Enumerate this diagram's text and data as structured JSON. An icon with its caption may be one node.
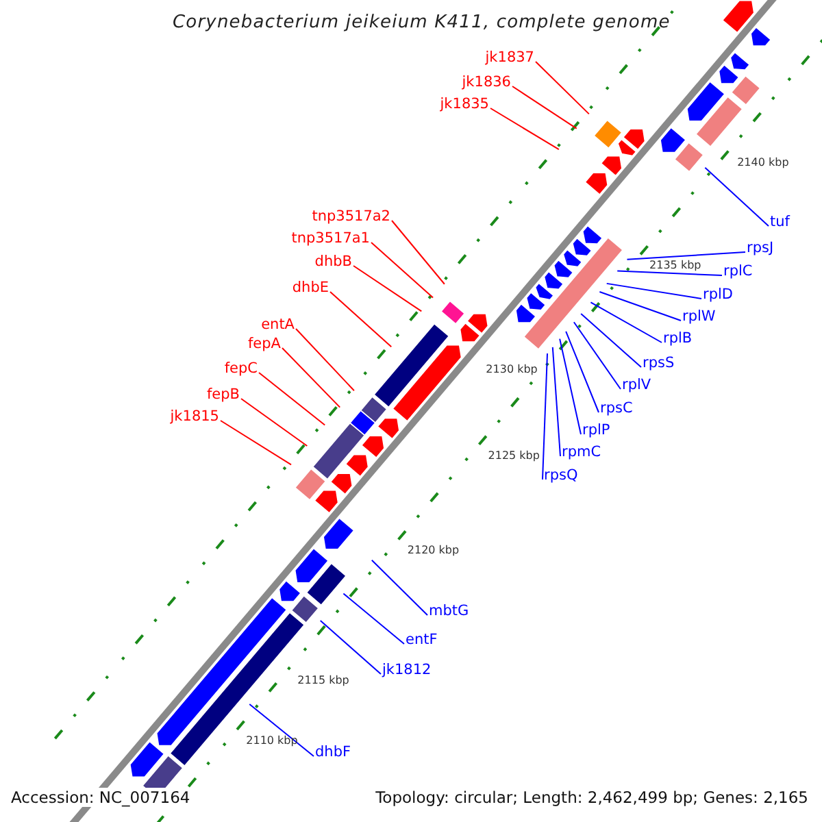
{
  "diagram": {
    "title": "Corynebacterium jeikeium K411, complete genome",
    "nodes": [
      {
        "text": [
          "jk1837"
        ]
      },
      {
        "text": [
          "jk1836"
        ]
      },
      {
        "text": [
          "jk1835"
        ]
      },
      {
        "text": [
          "tnp3517a2"
        ]
      },
      {
        "text": [
          "tnp3517a1"
        ]
      },
      {
        "text": [
          "dhbB"
        ]
      },
      {
        "text": [
          "dhbE"
        ]
      },
      {
        "text": [
          "entA"
        ]
      },
      {
        "text": [
          "fepA"
        ]
      },
      {
        "text": [
          "fepC"
        ]
      },
      {
        "text": [
          "fepB"
        ]
      },
      {
        "text": [
          "jk1815"
        ]
      },
      {
        "text": [
          "tuf"
        ]
      },
      {
        "text": [
          "rpsJ"
        ]
      },
      {
        "text": [
          "rplC"
        ]
      },
      {
        "text": [
          "rplD"
        ]
      },
      {
        "text": [
          "rplW"
        ]
      },
      {
        "text": [
          "rplB"
        ]
      },
      {
        "text": [
          "rpsS"
        ]
      },
      {
        "text": [
          "rplV"
        ]
      },
      {
        "text": [
          "rpsC"
        ]
      },
      {
        "text": [
          "rplP"
        ]
      },
      {
        "text": [
          "rpmC"
        ]
      },
      {
        "text": [
          "rpsQ"
        ]
      },
      {
        "text": [
          "mbtG"
        ]
      },
      {
        "text": [
          "entF"
        ]
      },
      {
        "text": [
          "jk1812"
        ]
      },
      {
        "text": [
          "dhbF"
        ]
      }
    ],
    "edges": [
      {
        "from": 0,
        "to": null,
        "arrow": "none",
        "color": "#ff0000"
      },
      {
        "from": 1,
        "to": null,
        "arrow": "none",
        "color": "#ff0000"
      },
      {
        "from": 2,
        "to": null,
        "arrow": "none",
        "color": "#ff0000"
      },
      {
        "from": 3,
        "to": null,
        "arrow": "none",
        "color": "#ff0000"
      },
      {
        "from": 4,
        "to": null,
        "arrow": "none",
        "color": "#ff0000"
      },
      {
        "from": 5,
        "to": null,
        "arrow": "none",
        "color": "#ff0000"
      },
      {
        "from": 6,
        "to": null,
        "arrow": "none",
        "color": "#ff0000"
      },
      {
        "from": 7,
        "to": null,
        "arrow": "none",
        "color": "#ff0000"
      },
      {
        "from": 8,
        "to": null,
        "arrow": "none",
        "color": "#ff0000"
      },
      {
        "from": 9,
        "to": null,
        "arrow": "none",
        "color": "#ff0000"
      },
      {
        "from": 10,
        "to": null,
        "arrow": "none",
        "color": "#ff0000"
      },
      {
        "from": 11,
        "to": null,
        "arrow": "none",
        "color": "#ff0000"
      },
      {
        "from": 12,
        "to": null,
        "arrow": "none"
      },
      {
        "from": 13,
        "to": null,
        "arrow": "none"
      },
      {
        "from": 14,
        "to": null,
        "arrow": "none"
      },
      {
        "from": 15,
        "to": null,
        "arrow": "none"
      },
      {
        "from": 16,
        "to": null,
        "arrow": "none"
      },
      {
        "from": 17,
        "to": null,
        "arrow": "none"
      },
      {
        "from": 18,
        "to": null,
        "arrow": "none"
      },
      {
        "from": 19,
        "to": null,
        "arrow": "none"
      },
      {
        "from": 20,
        "to": null,
        "arrow": "none"
      },
      {
        "from": 21,
        "to": null,
        "arrow": "none"
      },
      {
        "from": 22,
        "to": null,
        "arrow": "none"
      },
      {
        "from": 23,
        "to": null,
        "arrow": "none"
      },
      {
        "from": 24,
        "to": null,
        "arrow": "none"
      },
      {
        "from": 25,
        "to": null,
        "arrow": "none"
      },
      {
        "from": 26,
        "to": null,
        "arrow": "none"
      },
      {
        "from": 27,
        "to": null,
        "arrow": "none"
      }
    ],
    "labels": [
      "2140 kbp",
      "2135 kbp",
      "2130 kbp",
      "2125 kbp",
      "2120 kbp",
      "2115 kbp",
      "2110 kbp",
      "Accession: NC_007164",
      "Topology: circular; Length: 2,462,499 bp; Genes: 2,165"
    ]
  }
}
